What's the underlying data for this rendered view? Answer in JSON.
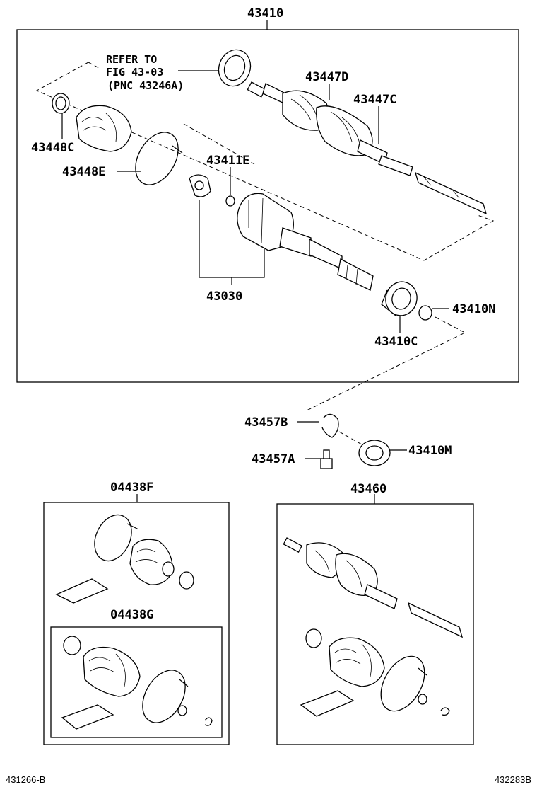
{
  "diagram": {
    "callouts": {
      "p43410": "43410",
      "p43447D": "43447D",
      "p43447C": "43447C",
      "p43448C": "43448C",
      "p43448E": "43448E",
      "p43411E": "43411E",
      "p43030": "43030",
      "p43410N": "43410N",
      "p43410C": "43410C",
      "p43457B": "43457B",
      "p43457A": "43457A",
      "p43410M": "43410M",
      "p04438F": "04438F",
      "p04438G": "04438G",
      "p43460": "43460"
    },
    "reference": {
      "line1": "REFER TO",
      "line2": "FIG 43-03",
      "line3": "(PNC 43246A)"
    },
    "footer": {
      "left_code": "431266-B",
      "right_code": "432283B"
    }
  }
}
